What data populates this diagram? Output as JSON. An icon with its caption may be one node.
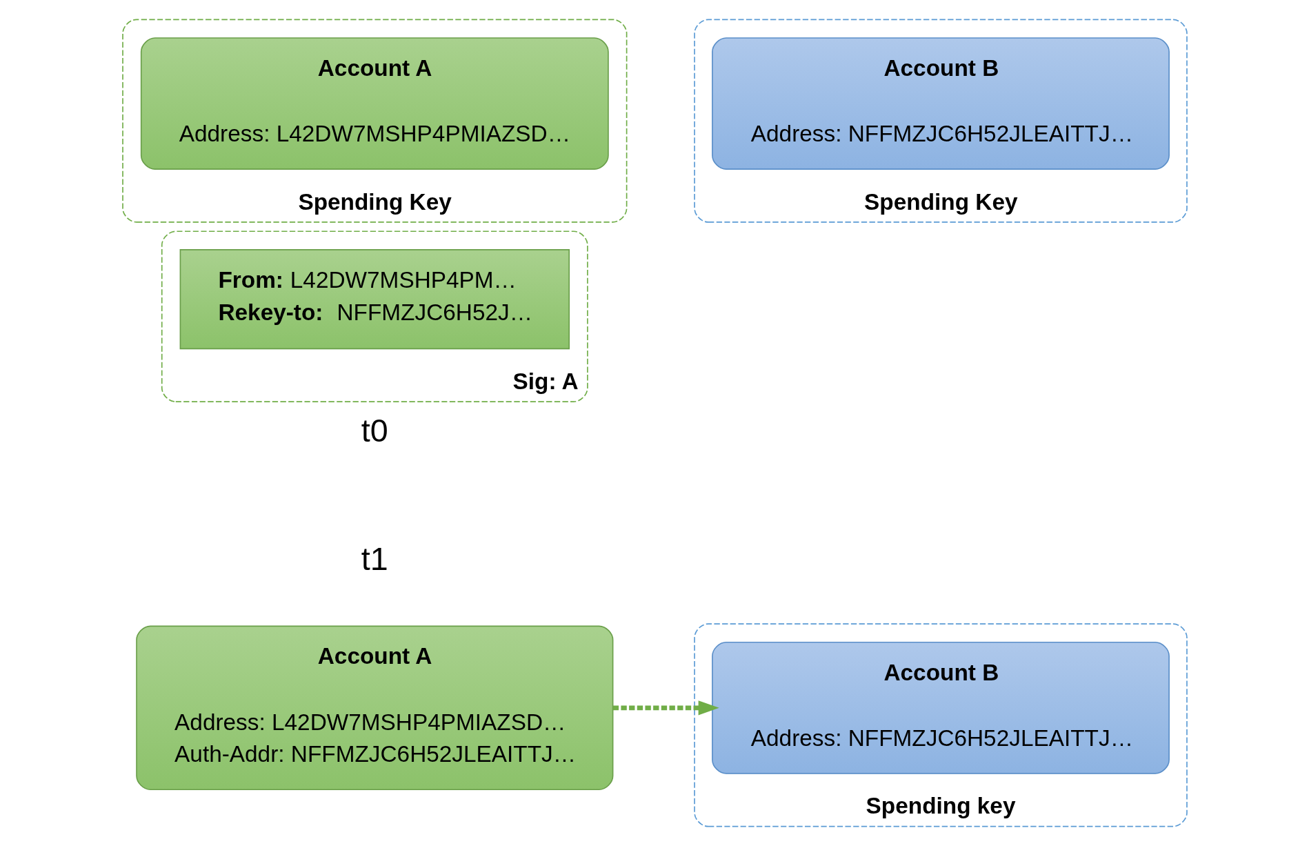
{
  "diagram": {
    "nodes": [
      {
        "text": [
          "Spending Key"
        ]
      },
      {
        "text": [
          "Account A",
          "Address: L42DW7MSHP4PMIAZSD…"
        ],
        "in": 0
      },
      {
        "text": [
          "Spending Key"
        ]
      },
      {
        "text": [
          "Account B",
          "Address: NFFMZJC6H52JLEAITTJ…"
        ],
        "in": 2
      },
      {
        "text": [
          "Sig: A"
        ]
      },
      {
        "text": [
          "**From:** L42DW7MSHP4PM…",
          "**Rekey-to:**  NFFMZJC6H52J…"
        ],
        "in": 4
      },
      {
        "text": [
          "Account A",
          "Address: L42DW7MSHP4PMIAZSD…",
          "Auth-Addr: NFFMZJC6H52JLEAITTJ…"
        ]
      },
      {
        "text": [
          "Spending key"
        ]
      },
      {
        "text": [
          "Account B",
          "Address: NFFMZJC6H52JLEAITTJ…"
        ],
        "in": 7
      }
    ],
    "edges": [
      {
        "from": 6,
        "to": 8,
        "arrow": "to",
        "style": "dashed",
        "color": "#70ad47"
      }
    ],
    "labels": [
      "t0",
      "t1"
    ]
  }
}
